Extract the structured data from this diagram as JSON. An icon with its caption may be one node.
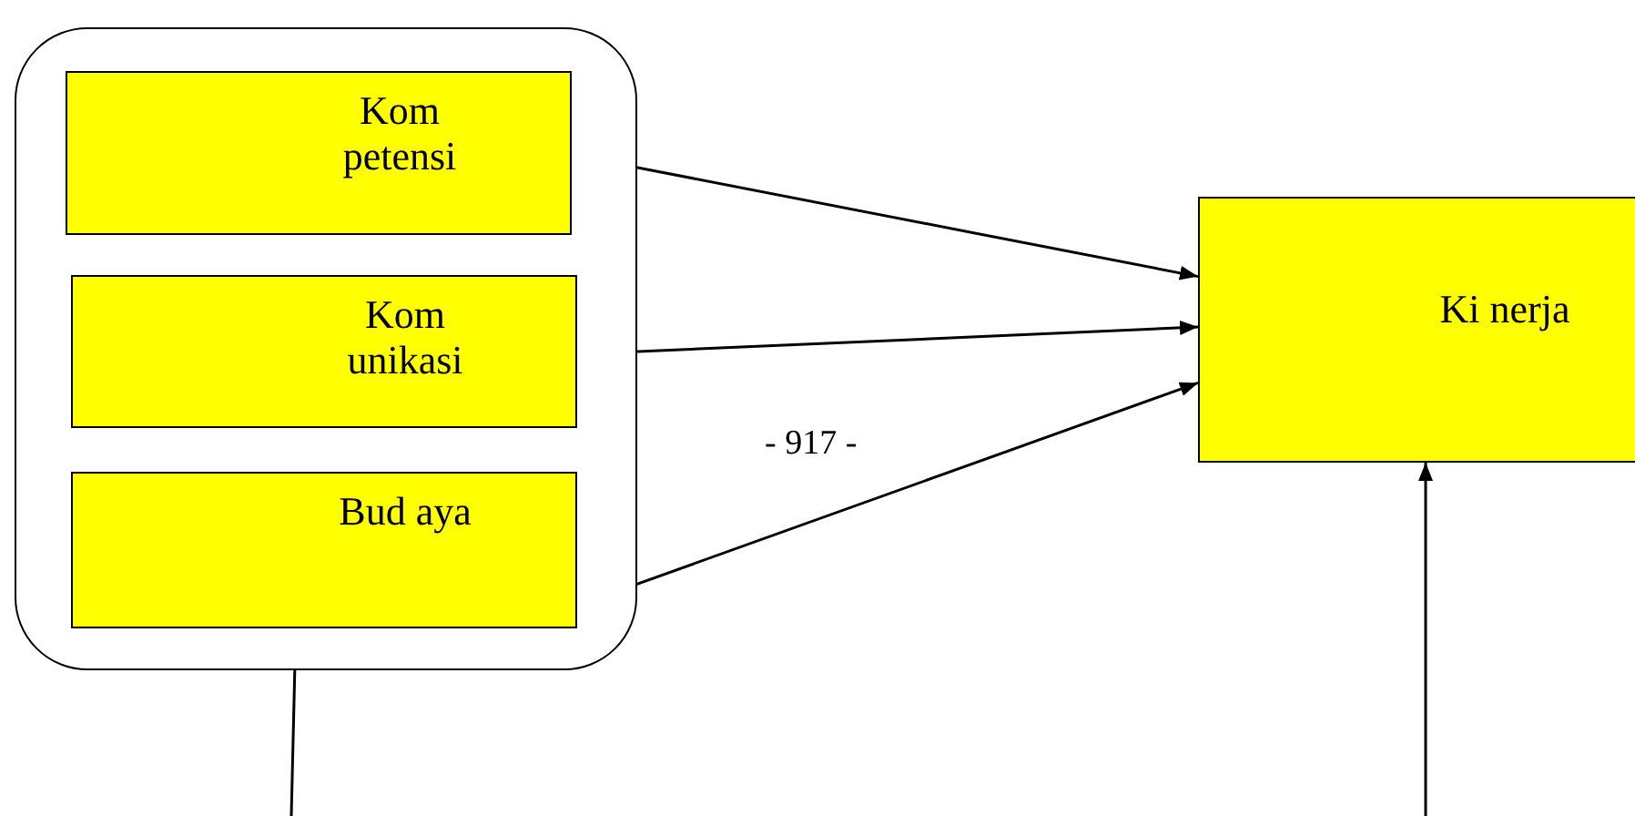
{
  "diagram": {
    "nodes": [
      {
        "text": [],
        "shape": "box"
      },
      {
        "text": [
          "Kom petensi"
        ],
        "in": 0
      },
      {
        "text": [
          "Kom unikasi"
        ],
        "in": 0
      },
      {
        "text": [
          "Bud aya"
        ],
        "in": 0
      },
      {
        "text": [
          "Ki nerja"
        ]
      }
    ],
    "edges": [
      {
        "from": 1,
        "to": 4,
        "arrow": "to"
      },
      {
        "from": 2,
        "to": 4,
        "arrow": "to"
      },
      {
        "from": 3,
        "to": 4,
        "arrow": "to"
      },
      {
        "from": 0,
        "to": null,
        "arrow": "none"
      },
      {
        "from": null,
        "to": 4,
        "arrow": "to"
      }
    ],
    "labels": [
      "- 917 -"
    ]
  }
}
